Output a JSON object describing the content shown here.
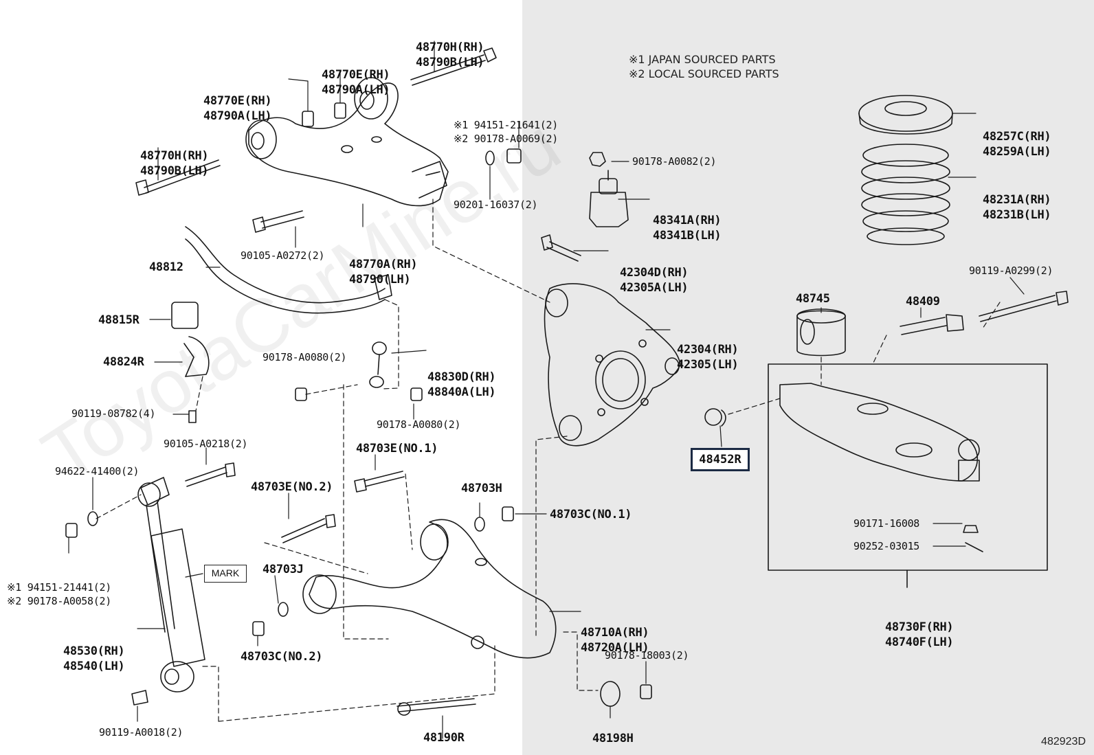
{
  "notes": {
    "line1": "※1 JAPAN SOURCED PARTS",
    "line2": "※2 LOCAL SOURCED PARTS"
  },
  "labels": {
    "p_48770h_top": [
      "48770H(RH)",
      "48790B(LH)"
    ],
    "p_48770e_mid": [
      "48770E(RH)",
      "48790A(LH)"
    ],
    "p_48770e_left": [
      "48770E(RH)",
      "48790A(LH)"
    ],
    "p_48770h_left": [
      "48770H(RH)",
      "48790B(LH)"
    ],
    "p_94151_21641": [
      "※1 94151-21641(2)",
      "※2 90178-A0069(2)"
    ],
    "p_90201_16037": "90201-16037(2)",
    "p_90105_a0272": "90105-A0272(2)",
    "p_48770a": [
      "48770A(RH)",
      "48790(LH)"
    ],
    "p_48812": "48812",
    "p_48815r": "48815R",
    "p_48824r": "48824R",
    "p_90119_08782": "90119-08782(4)",
    "p_90178_a0080_a": "90178-A0080(2)",
    "p_48830d": [
      "48830D(RH)",
      "48840A(LH)"
    ],
    "p_90178_a0080_b": "90178-A0080(2)",
    "p_90178_a0082": "90178-A0082(2)",
    "p_48341a": [
      "48341A(RH)",
      "48341B(LH)"
    ],
    "p_42304d": [
      "42304D(RH)",
      "42305A(LH)"
    ],
    "p_42304": [
      "42304(RH)",
      "42305(LH)"
    ],
    "p_48257c": [
      "48257C(RH)",
      "48259A(LH)"
    ],
    "p_48231a": [
      "48231A(RH)",
      "48231B(LH)"
    ],
    "p_90119_a0299": "90119-A0299(2)",
    "p_48745": "48745",
    "p_48409": "48409",
    "p_48452r": "48452R",
    "p_90171_16008": "90171-16008",
    "p_90252_03015": "90252-03015",
    "p_48730f": [
      "48730F(RH)",
      "48740F(LH)"
    ],
    "p_90105_a0218": "90105-A0218(2)",
    "p_94622_41400": "94622-41400(2)",
    "p_94151_21441": [
      "※1 94151-21441(2)",
      "※2 90178-A0058(2)"
    ],
    "p_mark": "MARK",
    "p_48530": [
      "48530(RH)",
      "48540(LH)"
    ],
    "p_90119_a0018": "90119-A0018(2)",
    "p_48703e_no1": "48703E(NO.1)",
    "p_48703e_no2": "48703E(NO.2)",
    "p_48703h": "48703H",
    "p_48703c_no1": "48703C(NO.1)",
    "p_48703j": "48703J",
    "p_48703c_no2": "48703C(NO.2)",
    "p_48710a": [
      "48710A(RH)",
      "48720A(LH)"
    ],
    "p_90178_18003": "90178-18003(2)",
    "p_48198h": "48198H",
    "p_48190r": "48190R"
  },
  "document_number": "482923D",
  "watermark": "ToyotaCarMine.ru",
  "colors": {
    "right_panel_bg": "#e9e9e9",
    "line_art": "#1a1a1a",
    "highlight_border": "#1b2a44"
  }
}
